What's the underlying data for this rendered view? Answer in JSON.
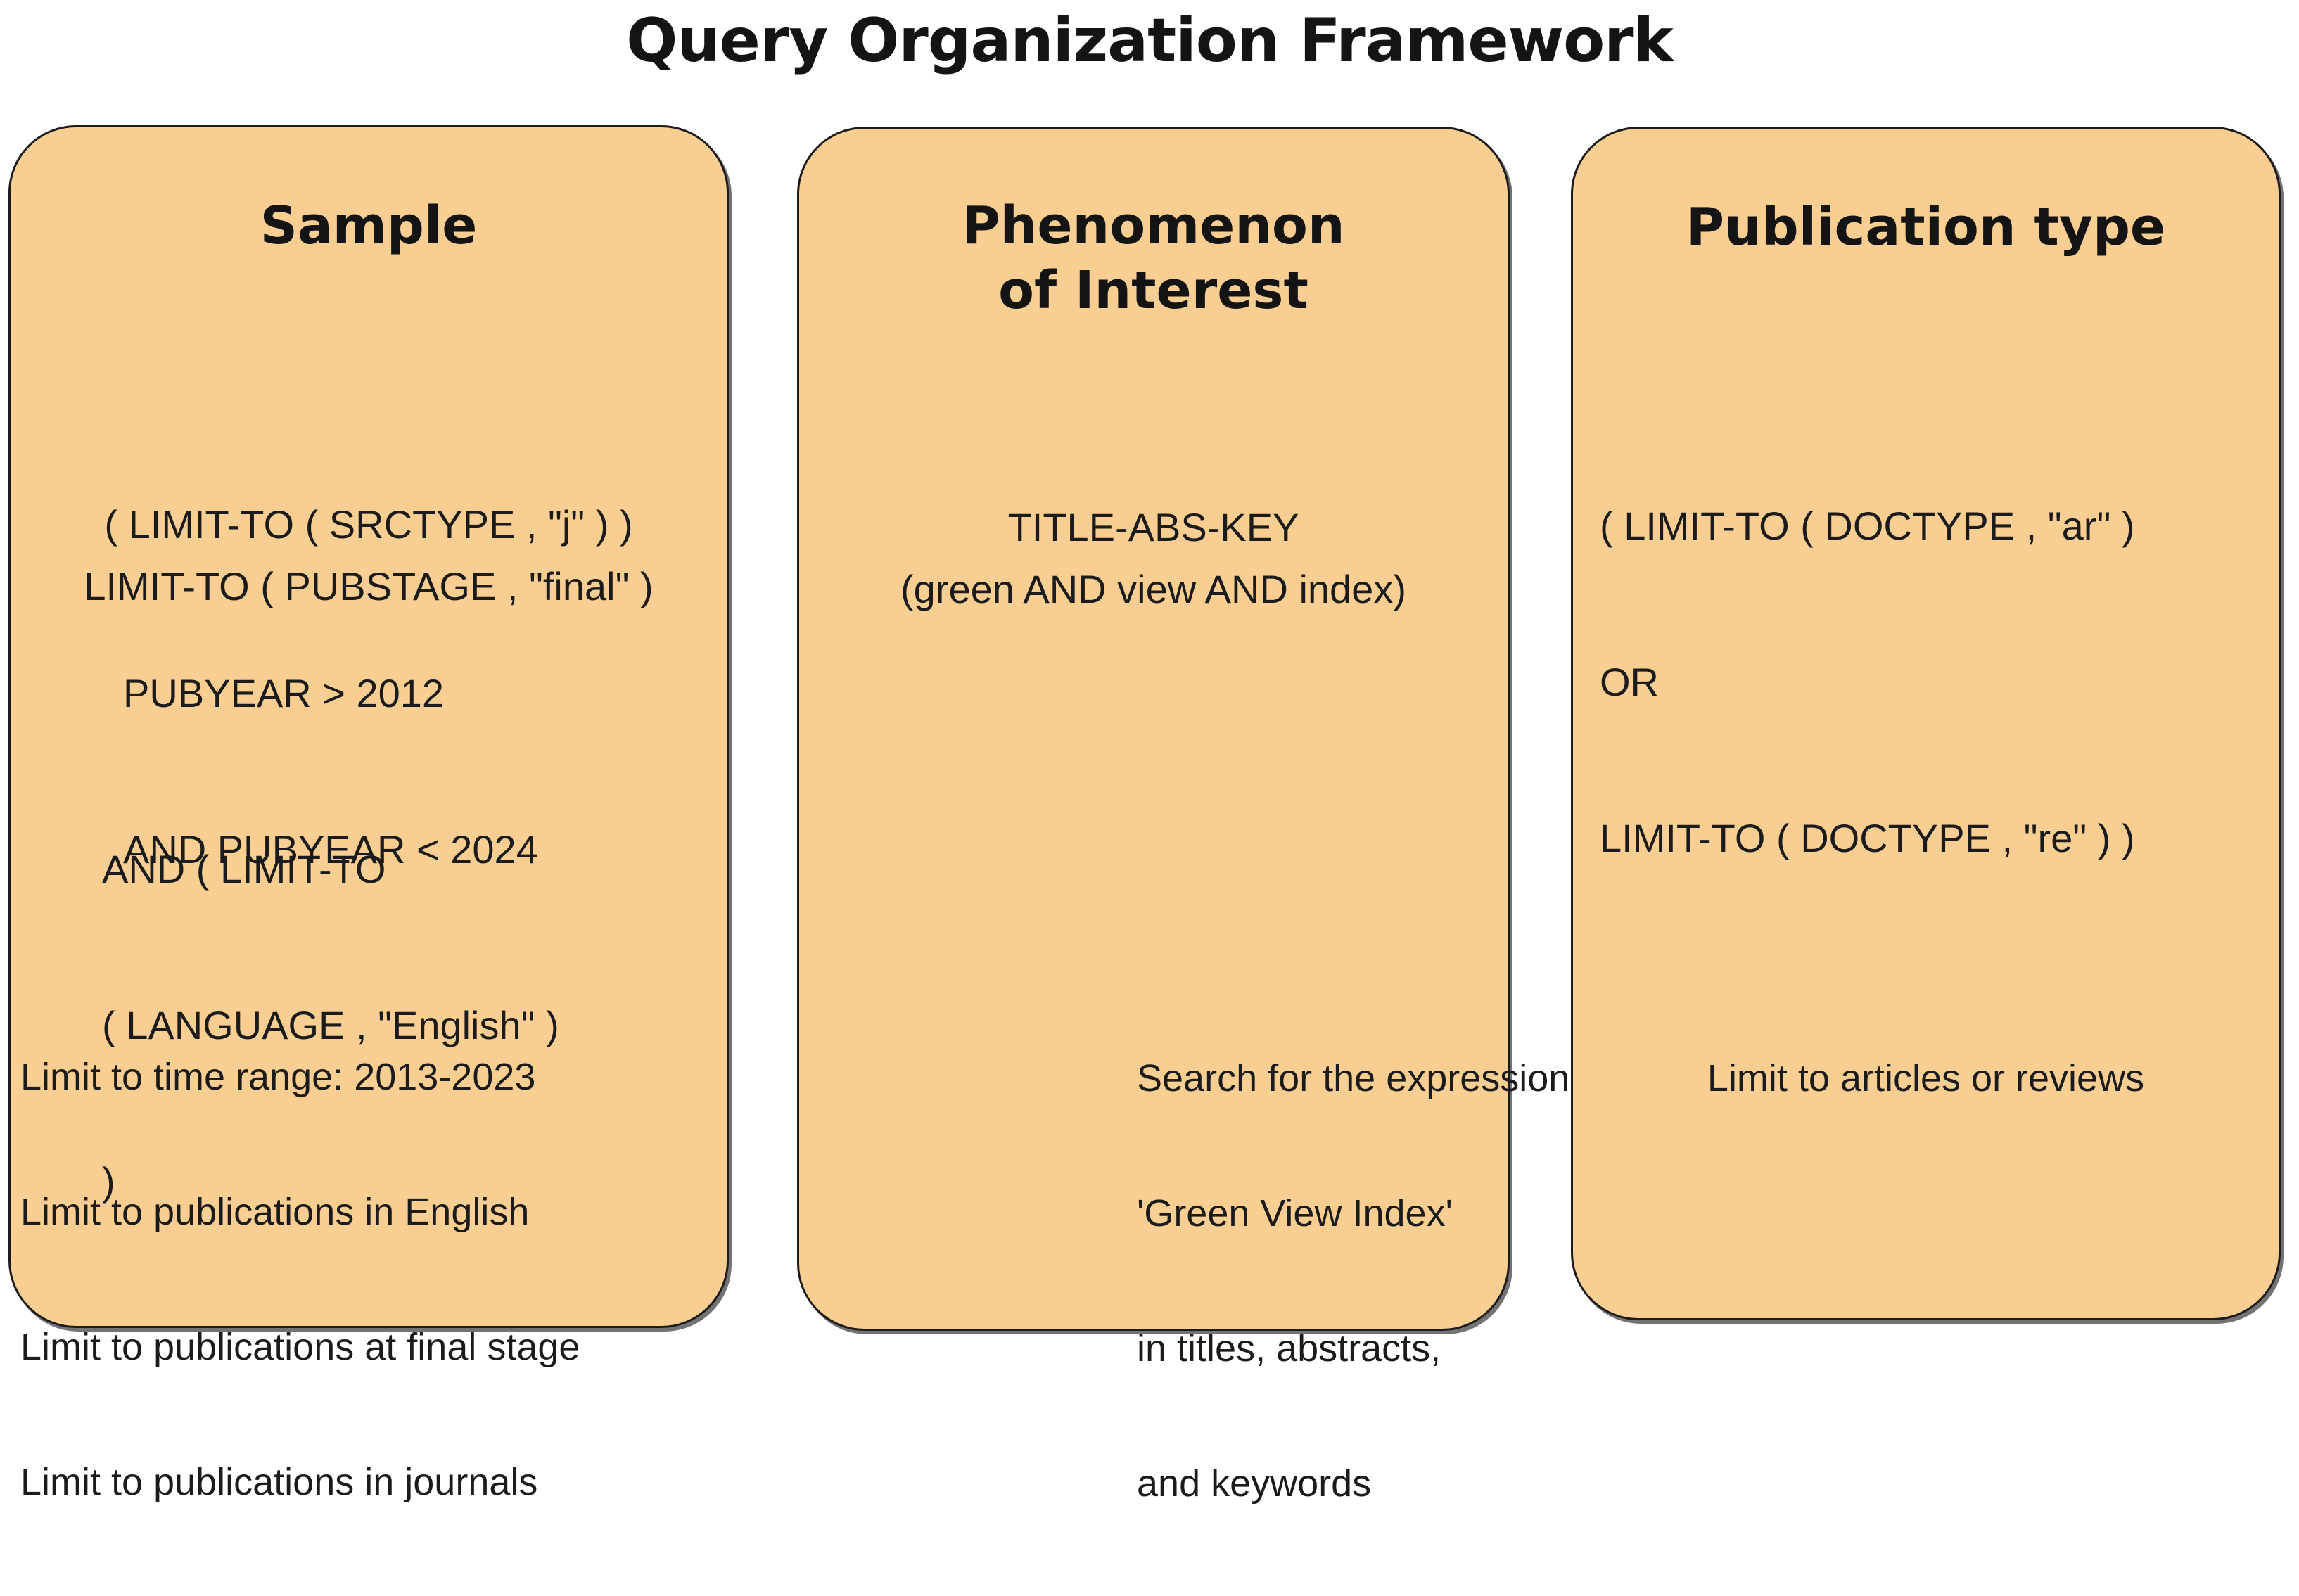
{
  "title": "Query Organization Framework",
  "theme": {
    "panel_fill": "#F9CE92",
    "panel_border": "#1b1b1b",
    "text": "#1b1b1b",
    "background": "#ffffff"
  },
  "panels": [
    {
      "id": "sample",
      "heading": "Sample",
      "query_groups": [
        {
          "id": "srctype",
          "lines": [
            "( LIMIT-TO ( SRCTYPE , \"j\" ) )"
          ]
        },
        {
          "id": "pubstage",
          "lines": [
            "LIMIT-TO ( PUBSTAGE , \"final\" )"
          ]
        },
        {
          "id": "pubyear",
          "lines": [
            "PUBYEAR > 2012",
            "AND PUBYEAR < 2024"
          ]
        },
        {
          "id": "language",
          "lines": [
            "AND ( LIMIT-TO",
            "( LANGUAGE , \"English\" )",
            ")"
          ]
        }
      ],
      "description": [
        "Limit to time range: 2013-2023",
        "Limit to publications in English",
        "Limit to publications at final stage",
        "Limit to publications in journals"
      ]
    },
    {
      "id": "phenomenon",
      "heading": "Phenomenon\nof Interest",
      "heading_lines": [
        "Phenomenon",
        "of Interest"
      ],
      "query_groups": [
        {
          "id": "tabkey",
          "lines": [
            "TITLE-ABS-KEY"
          ]
        },
        {
          "id": "greenview",
          "lines": [
            "(green AND view AND index)"
          ]
        }
      ],
      "description": [
        "Search for the expression",
        "'Green View Index'",
        "in titles, abstracts,",
        "and keywords"
      ]
    },
    {
      "id": "publication",
      "heading": "Publication type",
      "query_groups": [
        {
          "id": "doctype",
          "lines": [
            "( LIMIT-TO ( DOCTYPE , \"ar\" )",
            "OR",
            "LIMIT-TO ( DOCTYPE , \"re\" ) )"
          ]
        }
      ],
      "description": [
        "Limit to articles or reviews"
      ]
    }
  ]
}
